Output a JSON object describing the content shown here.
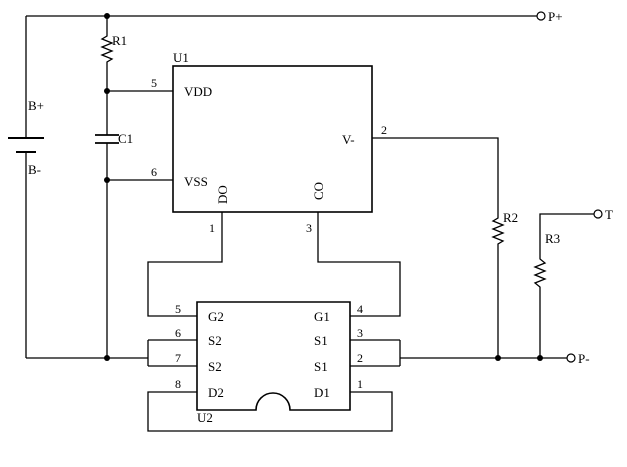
{
  "labels": {
    "p_plus": "P+",
    "p_minus": "P-",
    "t": "T",
    "b_plus": "B+",
    "b_minus": "B-",
    "r1": "R1",
    "c1": "C1",
    "r2": "R2",
    "r3": "R3",
    "u1": "U1",
    "u2": "U2",
    "vdd": "VDD",
    "vss": "VSS",
    "do": "DO",
    "co": "CO",
    "v_minus": "V-",
    "g2": "G2",
    "s2a": "S2",
    "s2b": "S2",
    "d2": "D2",
    "g1": "G1",
    "s1a": "S1",
    "s1b": "S1",
    "d1": "D1"
  },
  "pins": {
    "u1_vdd": "5",
    "u1_vss": "6",
    "u1_vminus": "2",
    "u1_do": "1",
    "u1_co": "3",
    "u2_5": "5",
    "u2_6": "6",
    "u2_7": "7",
    "u2_8": "8",
    "u2_4": "4",
    "u2_3": "3",
    "u2_2": "2",
    "u2_1": "1"
  }
}
